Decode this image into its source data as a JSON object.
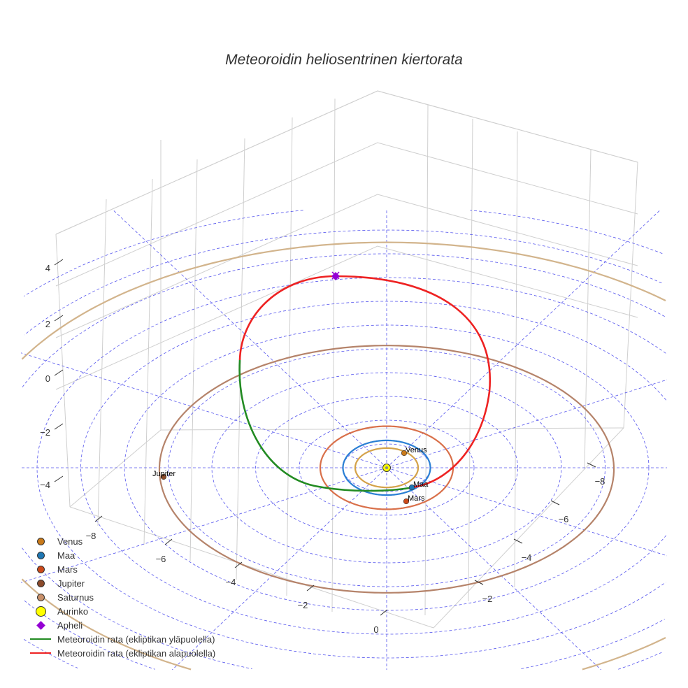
{
  "chart_data": {
    "type": "scatter3d",
    "title": "Meteoroidin heliosentrinen kiertorata",
    "axes": {
      "x": {
        "ticks": [
          -8,
          -6,
          -4,
          -2,
          0
        ],
        "tick_labels": [
          "−8",
          "−6",
          "−4",
          "−2",
          "0"
        ]
      },
      "y": {
        "ticks": [
          -8,
          -6,
          -4,
          -2
        ],
        "tick_labels": [
          "−8",
          "−6",
          "−4",
          "−2"
        ]
      },
      "z": {
        "ticks": [
          4,
          2,
          0,
          -2,
          -4
        ],
        "tick_labels": [
          "4",
          "2",
          "0",
          "−2",
          "−4"
        ]
      }
    },
    "orbits": [
      {
        "name": "Venus",
        "radius_au": 0.72,
        "color": "#d4a24a"
      },
      {
        "name": "Maa",
        "radius_au": 1.0,
        "color": "#2a7fd4"
      },
      {
        "name": "Mars",
        "radius_au": 1.52,
        "color": "#d9704a"
      },
      {
        "name": "Jupiter",
        "radius_au": 5.2,
        "color": "#b5836a"
      },
      {
        "name": "Saturnus",
        "radius_au": 9.54,
        "color": "#d2b48c"
      }
    ],
    "planets": [
      {
        "name": "Venus",
        "label": "Venus",
        "color": "#c97a1a",
        "angle_deg": 60
      },
      {
        "name": "Maa",
        "label": "Maa",
        "color": "#1f77b4",
        "angle_deg": -40
      },
      {
        "name": "Mars",
        "label": "Mars",
        "color": "#cc4a1a",
        "angle_deg": -70
      },
      {
        "name": "Jupiter",
        "label": "Jupiter",
        "color": "#8b4a2a",
        "angle_deg": 180
      }
    ],
    "sun": {
      "name": "Aurinko",
      "color": "#ffff00"
    },
    "aphelion": {
      "name": "Apheli",
      "color": "#9400d3"
    },
    "meteoroid_segments": [
      {
        "name": "Meteoroidin rata (ekliptikan yläpuolella)",
        "color": "#228b22"
      },
      {
        "name": "Meteoroidin rata (ekliptikan alapuolella)",
        "color": "#ee2222"
      }
    ],
    "grid_rings_au": [
      1,
      2,
      3,
      4,
      5,
      6,
      7,
      8,
      9,
      10,
      11
    ],
    "legend_placement": "bottom-left"
  },
  "legend": [
    {
      "label": "Venus",
      "kind": "dot",
      "color": "#c97a1a"
    },
    {
      "label": "Maa",
      "kind": "dot",
      "color": "#1f77b4"
    },
    {
      "label": "Mars",
      "kind": "dot",
      "color": "#cc4a1a"
    },
    {
      "label": "Jupiter",
      "kind": "dot",
      "color": "#8b4a2a"
    },
    {
      "label": "Saturnus",
      "kind": "dot",
      "color": "#c8906a"
    },
    {
      "label": "Aurinko",
      "kind": "sun",
      "color": "#ffff00"
    },
    {
      "label": "Apheli",
      "kind": "diamond",
      "color": "#9400d3"
    },
    {
      "label": "Meteoroidin rata (ekliptikan yläpuolella)",
      "kind": "line",
      "color": "#228b22"
    },
    {
      "label": "Meteoroidin rata (ekliptikan alapuolella)",
      "kind": "line",
      "color": "#ee2222"
    }
  ]
}
